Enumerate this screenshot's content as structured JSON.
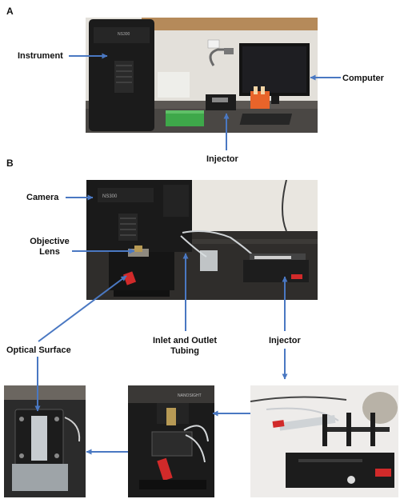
{
  "panels": {
    "a": {
      "letter": "A",
      "labels": {
        "instrument": "Instrument",
        "computer": "Computer",
        "injector": "Injector"
      }
    },
    "b": {
      "letter": "B",
      "labels": {
        "camera": "Camera",
        "objective_lens": "Objective\nLens",
        "optical_surface": "Optical Surface",
        "tubing": "Inlet and Outlet\nTubing",
        "injector": "Injector"
      }
    }
  },
  "device_marks": {
    "brand": "NS300",
    "badge": "NANOSIGHT"
  },
  "colors": {
    "arrow": "#4a78c2",
    "instrument_body": "#1b1b1b",
    "wall": "#e6e3de",
    "bench": "#2c2b2a",
    "rack_green": "#3ea84a",
    "tube_orange": "#e8642a",
    "red_lever": "#d12a2a"
  }
}
